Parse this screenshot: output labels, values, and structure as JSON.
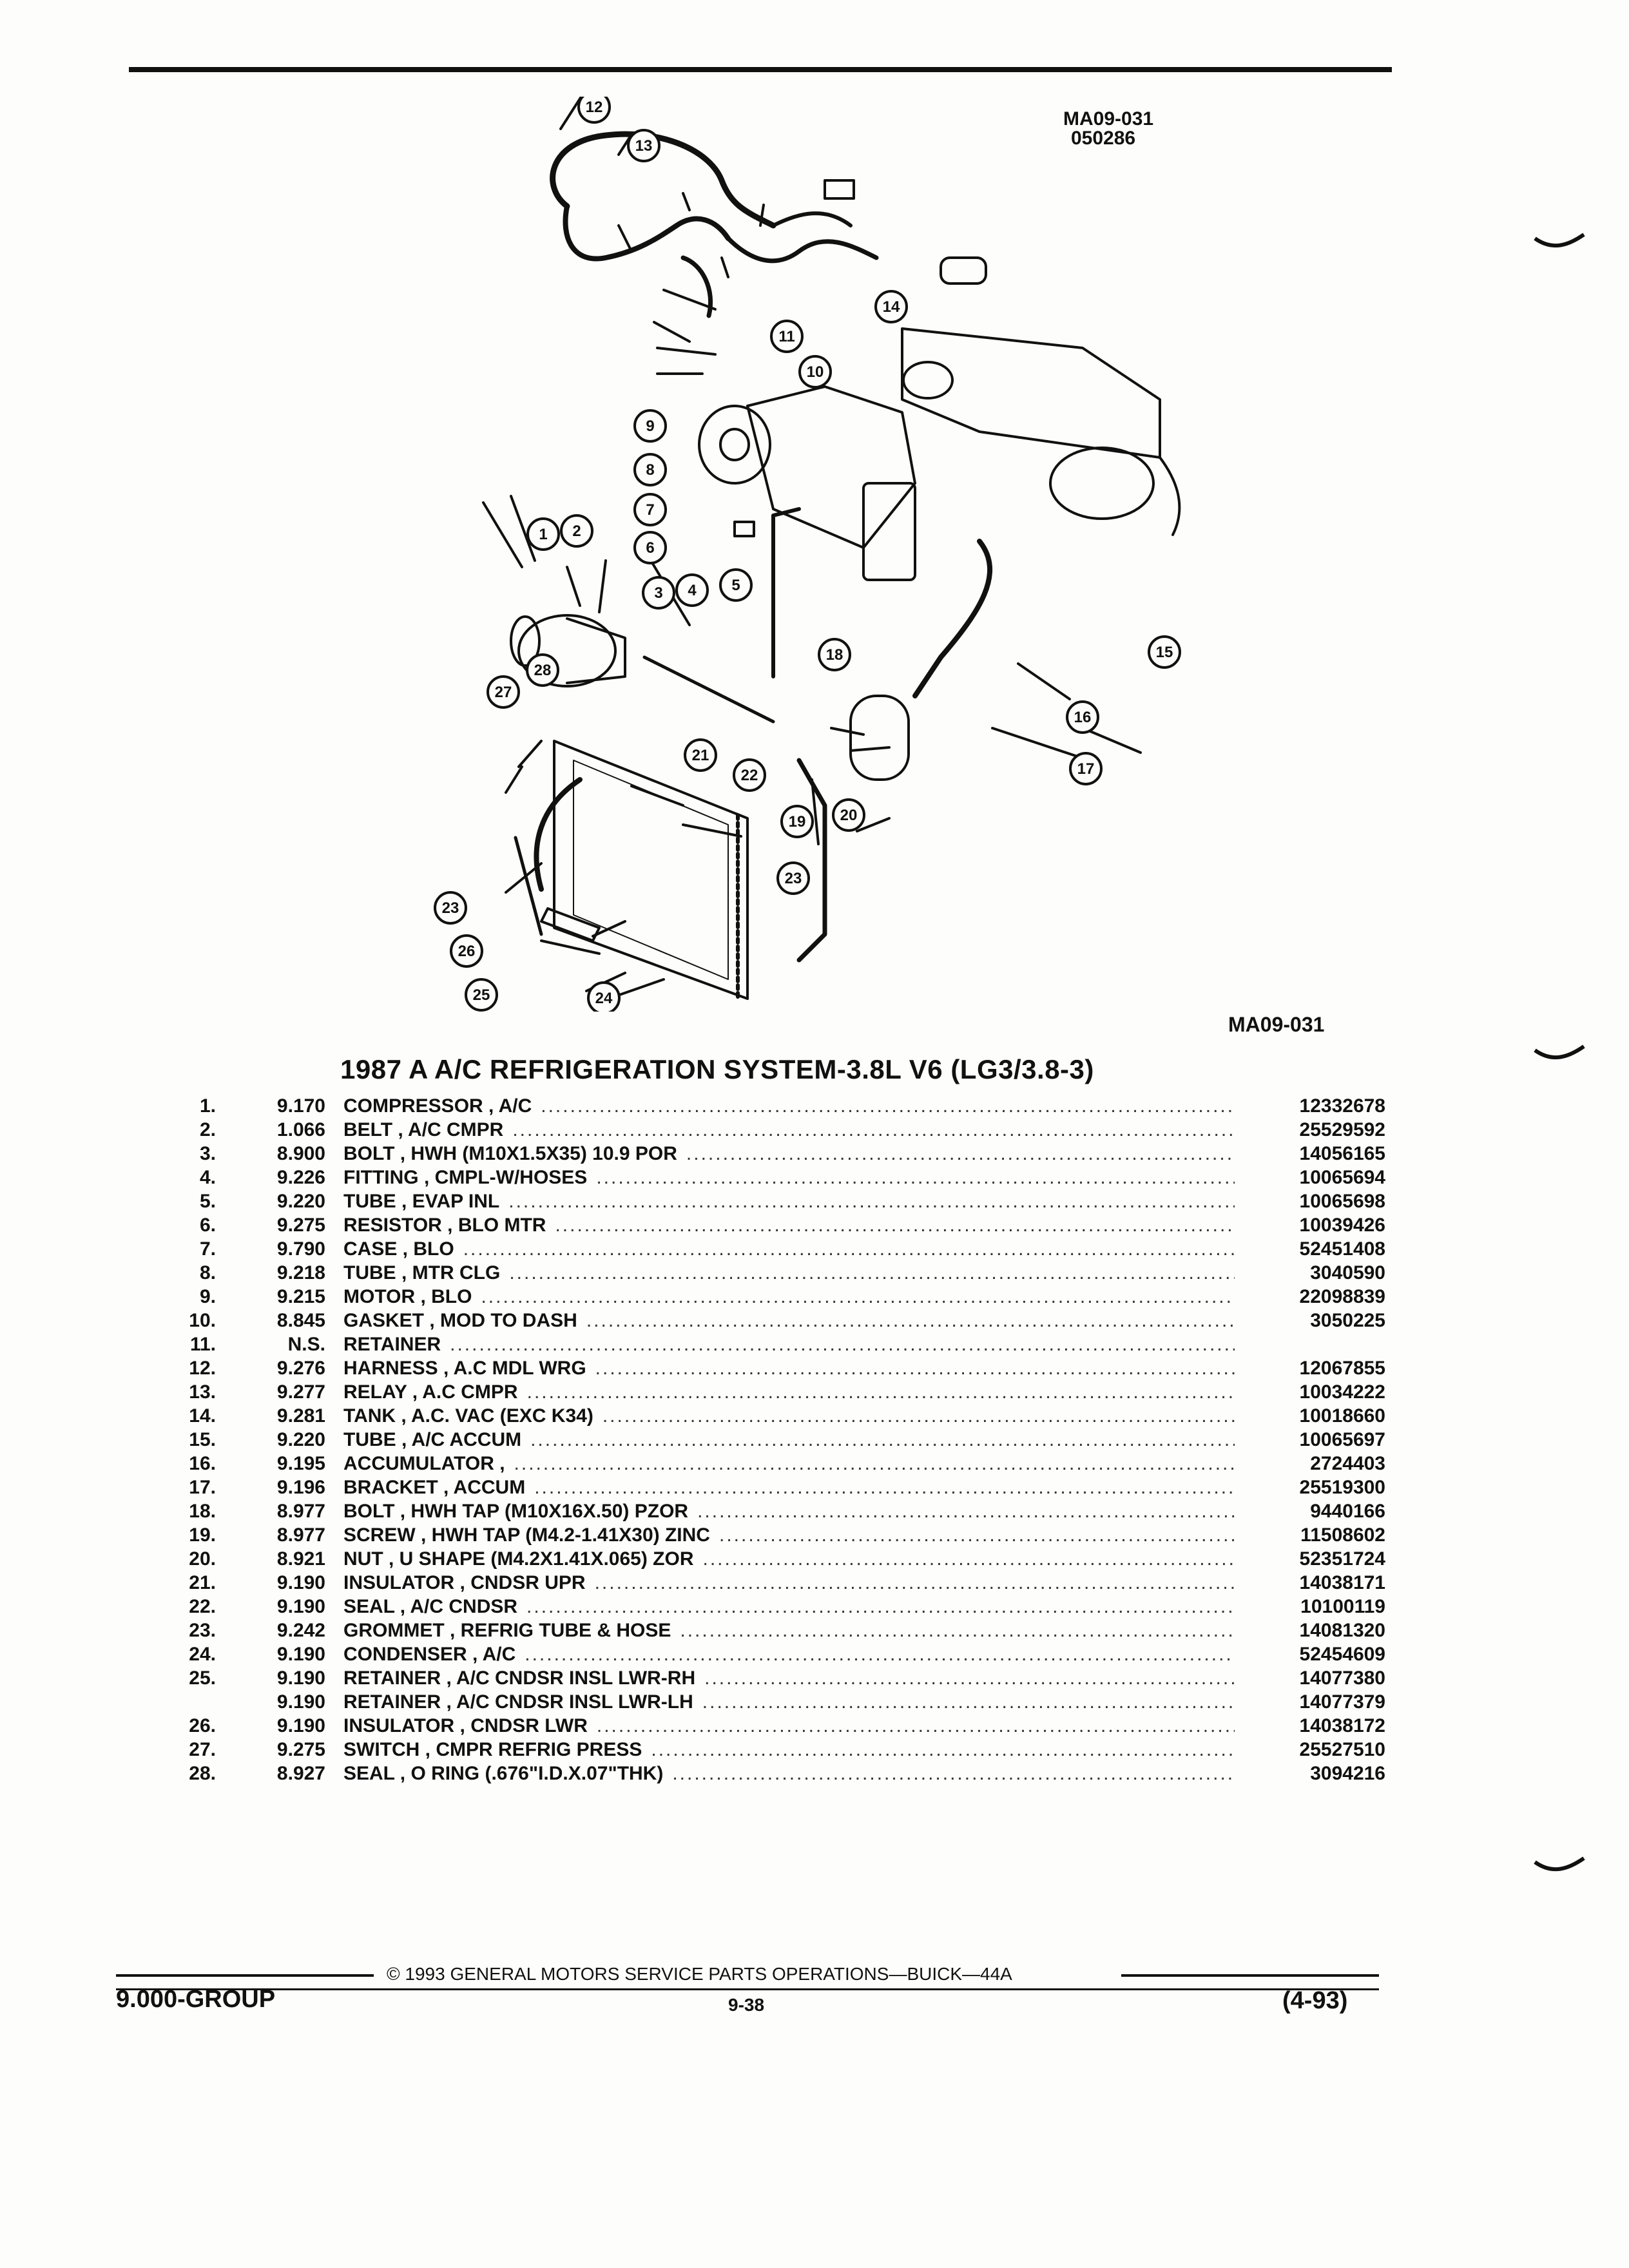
{
  "header": {
    "figure_code": "MA09-031",
    "figure_date": "050286"
  },
  "diagram": {
    "label": "MA09-031",
    "callouts": [
      "1",
      "2",
      "3",
      "4",
      "5",
      "6",
      "7",
      "8",
      "9",
      "10",
      "11",
      "12",
      "13",
      "14",
      "15",
      "16",
      "17",
      "18",
      "19",
      "20",
      "21",
      "22",
      "23",
      "23",
      "24",
      "25",
      "26",
      "27",
      "28"
    ]
  },
  "title": "1987 A A/C REFRIGERATION SYSTEM-3.8L V6 (LG3/3.8-3)",
  "parts": [
    {
      "item": "1.",
      "group": "9.170",
      "desc": "COMPRESSOR , A/C",
      "part": "12332678"
    },
    {
      "item": "2.",
      "group": "1.066",
      "desc": "BELT , A/C CMPR",
      "part": "25529592"
    },
    {
      "item": "3.",
      "group": "8.900",
      "desc": "BOLT , HWH (M10X1.5X35) 10.9 POR",
      "part": "14056165"
    },
    {
      "item": "4.",
      "group": "9.226",
      "desc": "FITTING , CMPL-W/HOSES",
      "part": "10065694"
    },
    {
      "item": "5.",
      "group": "9.220",
      "desc": "TUBE , EVAP INL",
      "part": "10065698"
    },
    {
      "item": "6.",
      "group": "9.275",
      "desc": "RESISTOR , BLO MTR",
      "part": "10039426"
    },
    {
      "item": "7.",
      "group": "9.790",
      "desc": "CASE , BLO",
      "part": "52451408"
    },
    {
      "item": "8.",
      "group": "9.218",
      "desc": "TUBE , MTR CLG",
      "part": "3040590"
    },
    {
      "item": "9.",
      "group": "9.215",
      "desc": "MOTOR , BLO",
      "part": "22098839"
    },
    {
      "item": "10.",
      "group": "8.845",
      "desc": "GASKET , MOD TO DASH",
      "part": "3050225"
    },
    {
      "item": "11.",
      "group": "N.S.",
      "desc": "RETAINER",
      "part": ""
    },
    {
      "item": "12.",
      "group": "9.276",
      "desc": "HARNESS , A.C MDL WRG",
      "part": "12067855"
    },
    {
      "item": "13.",
      "group": "9.277",
      "desc": "RELAY , A.C CMPR",
      "part": "10034222"
    },
    {
      "item": "14.",
      "group": "9.281",
      "desc": "TANK , A.C. VAC (EXC K34)",
      "part": "10018660"
    },
    {
      "item": "15.",
      "group": "9.220",
      "desc": "TUBE , A/C ACCUM",
      "part": "10065697"
    },
    {
      "item": "16.",
      "group": "9.195",
      "desc": "ACCUMULATOR ,",
      "part": "2724403"
    },
    {
      "item": "17.",
      "group": "9.196",
      "desc": "BRACKET , ACCUM",
      "part": "25519300"
    },
    {
      "item": "18.",
      "group": "8.977",
      "desc": "BOLT , HWH TAP (M10X16X.50) PZOR",
      "part": "9440166"
    },
    {
      "item": "19.",
      "group": "8.977",
      "desc": "SCREW , HWH TAP (M4.2-1.41X30) ZINC",
      "part": "11508602"
    },
    {
      "item": "20.",
      "group": "8.921",
      "desc": "NUT , U SHAPE (M4.2X1.41X.065) ZOR",
      "part": "52351724"
    },
    {
      "item": "21.",
      "group": "9.190",
      "desc": "INSULATOR , CNDSR UPR",
      "part": "14038171"
    },
    {
      "item": "22.",
      "group": "9.190",
      "desc": "SEAL , A/C CNDSR",
      "part": "10100119"
    },
    {
      "item": "23.",
      "group": "9.242",
      "desc": "GROMMET , REFRIG TUBE & HOSE",
      "part": "14081320"
    },
    {
      "item": "24.",
      "group": "9.190",
      "desc": "CONDENSER , A/C",
      "part": "52454609"
    },
    {
      "item": "25.",
      "group": "9.190",
      "desc": "RETAINER , A/C CNDSR INSL LWR-RH",
      "part": "14077380"
    },
    {
      "item": "",
      "group": "9.190",
      "desc": "RETAINER , A/C CNDSR INSL LWR-LH",
      "part": "14077379"
    },
    {
      "item": "26.",
      "group": "9.190",
      "desc": "INSULATOR , CNDSR LWR",
      "part": "14038172"
    },
    {
      "item": "27.",
      "group": "9.275",
      "desc": "SWITCH , CMPR REFRIG PRESS",
      "part": "25527510"
    },
    {
      "item": "28.",
      "group": "8.927",
      "desc": "SEAL , O RING (.676\"I.D.X.07\"THK)",
      "part": "3094216"
    }
  ],
  "footer": {
    "copyright": "© 1993 GENERAL MOTORS SERVICE PARTS OPERATIONS—BUICK—44A",
    "group": "9.000-GROUP",
    "page": "9-38",
    "date_code": "(4-93)"
  }
}
